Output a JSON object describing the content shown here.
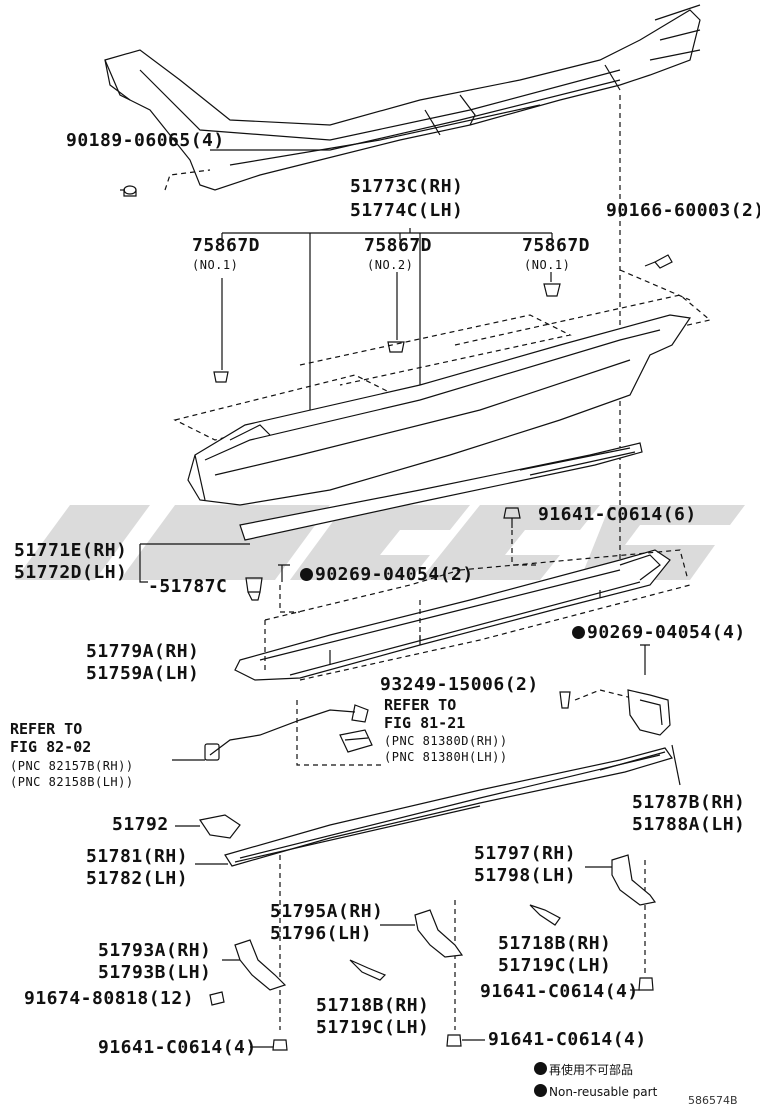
{
  "labels": {
    "p90189": "90189-06065(4)",
    "p51773": "51773C(RH)",
    "p51774": "51774C(LH)",
    "p90166": "90166-60003(2)",
    "p75867_a": "75867D",
    "p75867_a_sub": "(NO.1)",
    "p75867_b": "75867D",
    "p75867_b_sub": "(NO.2)",
    "p75867_c": "75867D",
    "p75867_c_sub": "(NO.1)",
    "p91641_top": "91641-C0614(6)",
    "p51771": "51771E(RH)",
    "p51772": "51772D(LH)",
    "p51787c": "-51787C",
    "p90269_a": "90269-04054(2)",
    "p90269_b": "90269-04054(4)",
    "p51779": "51779A(RH)",
    "p51759": "51759A(LH)",
    "p93249": "93249-15006(2)",
    "refer_a1": "REFER TO",
    "refer_a2": "FIG 81-21",
    "refer_a3": "(PNC 81380D(RH))",
    "refer_a4": "(PNC 81380H(LH))",
    "refer_b1": "REFER TO",
    "refer_b2": "FIG 82-02",
    "refer_b3": "(PNC 82157B(RH))",
    "refer_b4": "(PNC 82158B(LH))",
    "p51787b": "51787B(RH)",
    "p51788a": "51788A(LH)",
    "p51792": "51792",
    "p51781": "51781(RH)",
    "p51782": "51782(LH)",
    "p51797": "51797(RH)",
    "p51798": "51798(LH)",
    "p51795a": "51795A(RH)",
    "p51796": "51796(LH)",
    "p51718b_r": "51718B(RH)",
    "p51719c_r": "51719C(LH)",
    "p51793a": "51793A(RH)",
    "p51793b": "51793B(LH)",
    "p91674": "91674-80818(12)",
    "p51718b_l": "51718B(RH)",
    "p51719c_l": "51719C(LH)",
    "p91641_r": "91641-C0614(4)",
    "p91641_bl": "91641-C0614(4)",
    "p91641_bm": "91641-C0614(4)"
  },
  "legend": {
    "jp": "再使用不可部品",
    "en": "Non-reusable part"
  },
  "figure_id": "586574B"
}
